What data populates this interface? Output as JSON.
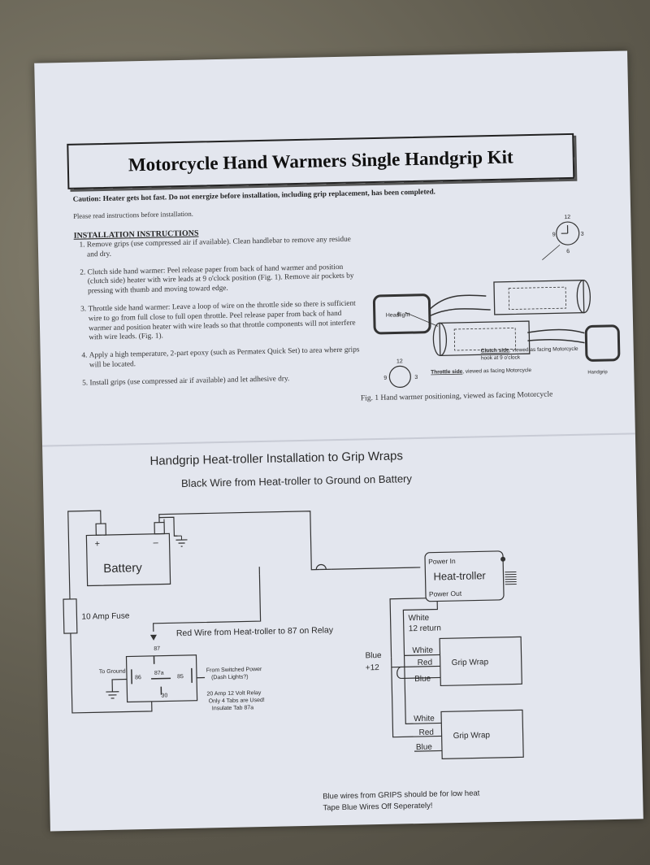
{
  "document": {
    "title": "Motorcycle Hand Warmers Single Handgrip Kit",
    "caution": "Caution: Heater gets hot fast. Do not energize before installation, including grip replacement, has been completed.",
    "please_read": "Please read instructions before installation.",
    "instructions_heading": "INSTALLATION INSTRUCTIONS",
    "steps": [
      "Remove grips (use compressed air if available).  Clean handlebar to remove any residue and dry.",
      "Clutch side hand warmer:  Peel release paper from back of hand warmer and position (clutch side) heater with wire leads at 9 o'clock position (Fig. 1). Remove air pockets by pressing with thumb and moving toward edge.",
      "Throttle side hand warmer:  Leave a loop of wire on the throttle side so there is sufficient wire to go from full close to full open throttle.  Peel release paper from back of hand warmer and position heater with wire leads so that throttle components will not interfere with wire leads. (Fig. 1).",
      "Apply a high temperature, 2-part epoxy (such as Permatex Quick Set) to area where grips will be located.",
      "Install grips (use compressed air if available) and let adhesive dry."
    ],
    "figure": {
      "headlight_label": "Headlight",
      "clutch_side_label": "Clutch side",
      "clutch_side_caption": ", viewed as facing Motorcycle",
      "clutch_side_caption2": "hook at 9 o'clock",
      "throttle_side_label": "Throttle side",
      "throttle_side_caption": ", viewed as facing Motorcycle",
      "handgrip_label": "Handgrip",
      "clock_12": "12",
      "clock_3": "3",
      "clock_6": "6",
      "clock_9": "9",
      "caption": "Fig. 1  Hand warmer positioning, viewed as facing Motorcycle"
    }
  },
  "wiring": {
    "title": "Handgrip Heat-troller Installation to Grip Wraps",
    "subtitle": "Black Wire from Heat-troller to Ground on Battery",
    "battery_label": "Battery",
    "battery_plus": "+",
    "battery_minus": "–",
    "fuse_label": "10 Amp Fuse",
    "red_wire_label": "Red Wire from Heat-troller to 87 on Relay",
    "relay_87": "87",
    "relay_87a": "87a",
    "relay_86": "86",
    "relay_85": "85",
    "relay_30": "30",
    "to_ground": "To Ground",
    "from_switched": "From Switched Power",
    "dash_lights": "(Dash Lights?)",
    "relay_note_1": "20 Amp 12 Volt Relay",
    "relay_note_2": "Only 4 Tabs are Used!",
    "relay_note_3": "Insulate Tab 87a",
    "power_in": "Power In",
    "heat_troller": "Heat-troller",
    "power_out": "Power Out",
    "white_return_1": "White",
    "white_return_2": "12 return",
    "blue_label": "Blue",
    "plus12_label": "+12",
    "grip_wrap_label": "Grip Wrap",
    "wire_white": "White",
    "wire_red": "Red",
    "wire_blue": "Blue",
    "note_1": "Blue wires from GRIPS should be for low heat",
    "note_2": "Tape Blue Wires Off Seperately!"
  }
}
